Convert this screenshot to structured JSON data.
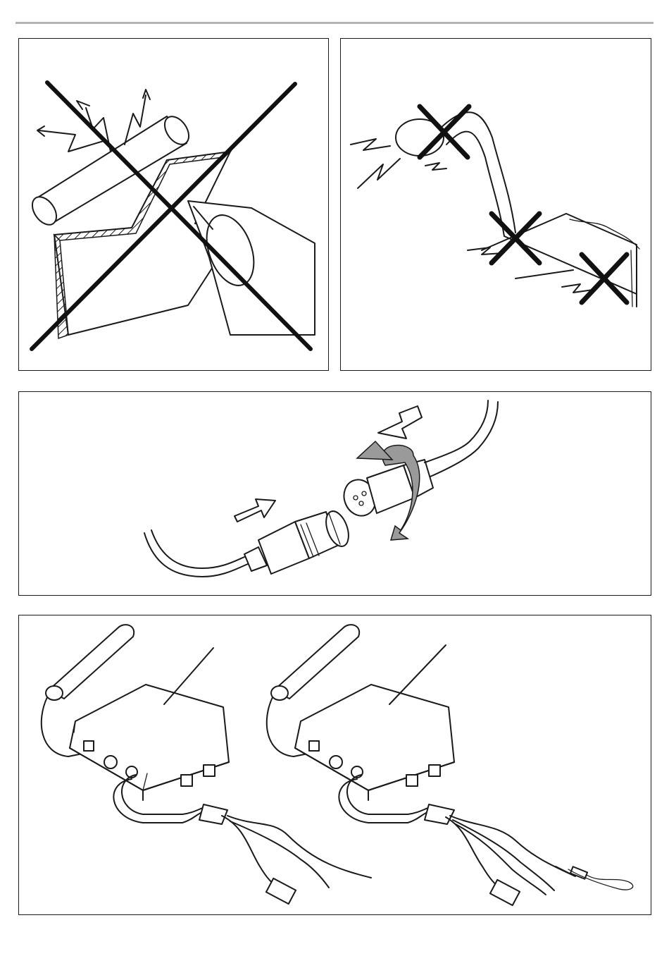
{
  "document": {
    "panels": [
      {
        "id": "p1",
        "icon": "welding-prohibited-icon"
      },
      {
        "id": "p2",
        "icon": "cable-damage-prohibited-icon"
      },
      {
        "id": "p3",
        "icon": "connector-screw-icon"
      },
      {
        "id": "p4",
        "icon": "ais-unit-variants-icon"
      }
    ]
  },
  "colors": {
    "line": "#1a1a1a",
    "rule": "#b4b4b4",
    "arrow_fill": "#9a9a9a"
  }
}
